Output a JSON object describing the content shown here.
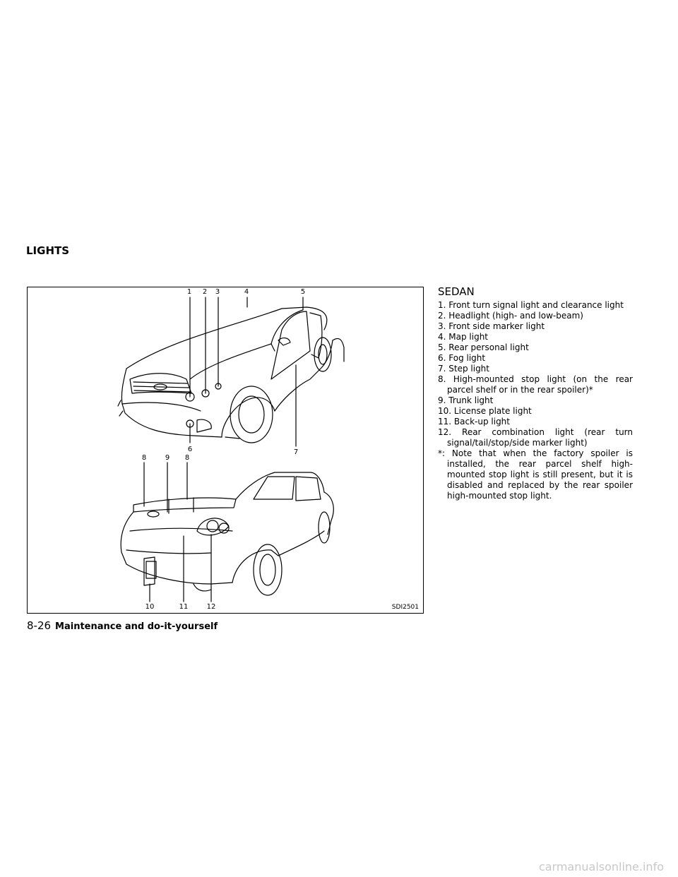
{
  "section": {
    "title": "LIGHTS"
  },
  "figure": {
    "code": "SDI2501",
    "callouts_front": [
      "1",
      "2",
      "3",
      "4",
      "5",
      "6",
      "7"
    ],
    "callouts_rear": [
      "8",
      "9",
      "8",
      "10",
      "11",
      "12"
    ]
  },
  "content": {
    "heading": "SEDAN",
    "items": [
      "1. Front turn signal light and clearance light",
      "2. Headlight (high- and low-beam)",
      "3. Front side marker light",
      "4. Map light",
      "5. Rear personal light",
      "6. Fog light",
      "7. Step light",
      "8. High-mounted stop light (on the rear parcel shelf or in the rear spoiler)*",
      "9. Trunk light",
      "10. License plate light",
      "11. Back-up light",
      "12. Rear combination light (rear turn signal/tail/stop/side marker light)",
      "*: Note that when the factory spoiler is installed, the rear parcel shelf high-mounted stop light is still present, but it is disabled and replaced by the rear spoiler high-mounted stop light."
    ]
  },
  "footer": {
    "page": "8-26",
    "section": "Maintenance and do-it-yourself"
  },
  "watermark": "carmanualsonline.info"
}
